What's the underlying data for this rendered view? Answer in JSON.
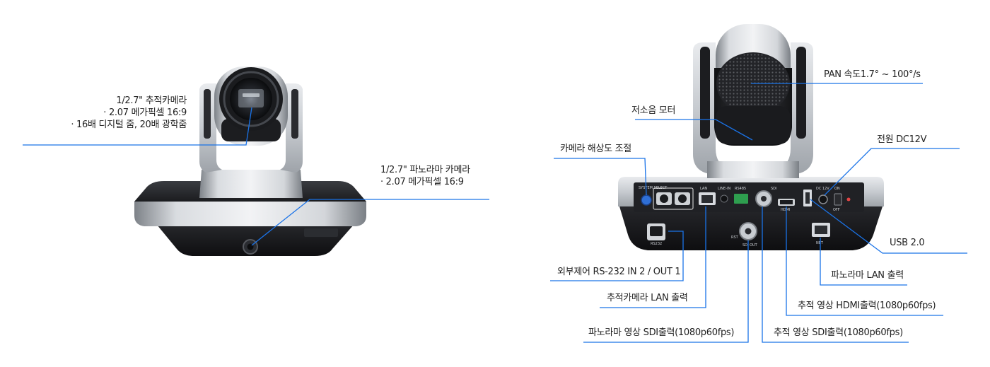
{
  "colors": {
    "leader_line": "#1a73e8",
    "label_text": "#222222",
    "body_silver": "#c4c8cd",
    "body_dark": "#1b1c1f",
    "arm_silver": "#b9bec4",
    "connector_green": "#2e9e4f",
    "knob_blue": "#2f6fd6"
  },
  "front_camera": {
    "tracking_camera": {
      "line1": "1/2.7\" 추적카메라",
      "line2": "· 2.07 메가픽셀 16:9",
      "line3": "· 16배 디지털 줌, 20배 광학줌"
    },
    "panorama_camera": {
      "line1": "1/2.7\" 파노라마 카메라",
      "line2": "· 2.07 메가픽셀 16:9"
    }
  },
  "back_camera": {
    "labels": {
      "pan_speed": "PAN 속도1.7° ~ 100°/s",
      "low_noise_motor": "저소음 모터",
      "resolution_adjust": "카메라 해상도 조절",
      "power": "전원 DC12V",
      "usb": "USB 2.0",
      "external_control": "외부제어 RS-232 IN 2 / OUT 1",
      "tracking_lan": "추적카메라 LAN 출력",
      "panorama_lan": "파노라마 LAN 출력",
      "tracking_hdmi": "추적 영상 HDMI출력(1080p60fps)",
      "panorama_sdi": "파노라마 영상 SDI출력(1080p60fps)",
      "tracking_sdi": "추적 영상 SDI출력(1080p60fps)"
    },
    "panel_text": {
      "system_select": "SYSTEM SELECT",
      "lan": "LAN",
      "line_in": "LINE-IN",
      "rs485": "RS485",
      "sdi": "SDI",
      "dc12v": "DC 12V",
      "on": "ON",
      "off": "OFF",
      "hdmi": "HDMI",
      "rs232": "RS232",
      "rst": "RST",
      "sdi_out": "SDI OUT",
      "net": "NET"
    }
  }
}
